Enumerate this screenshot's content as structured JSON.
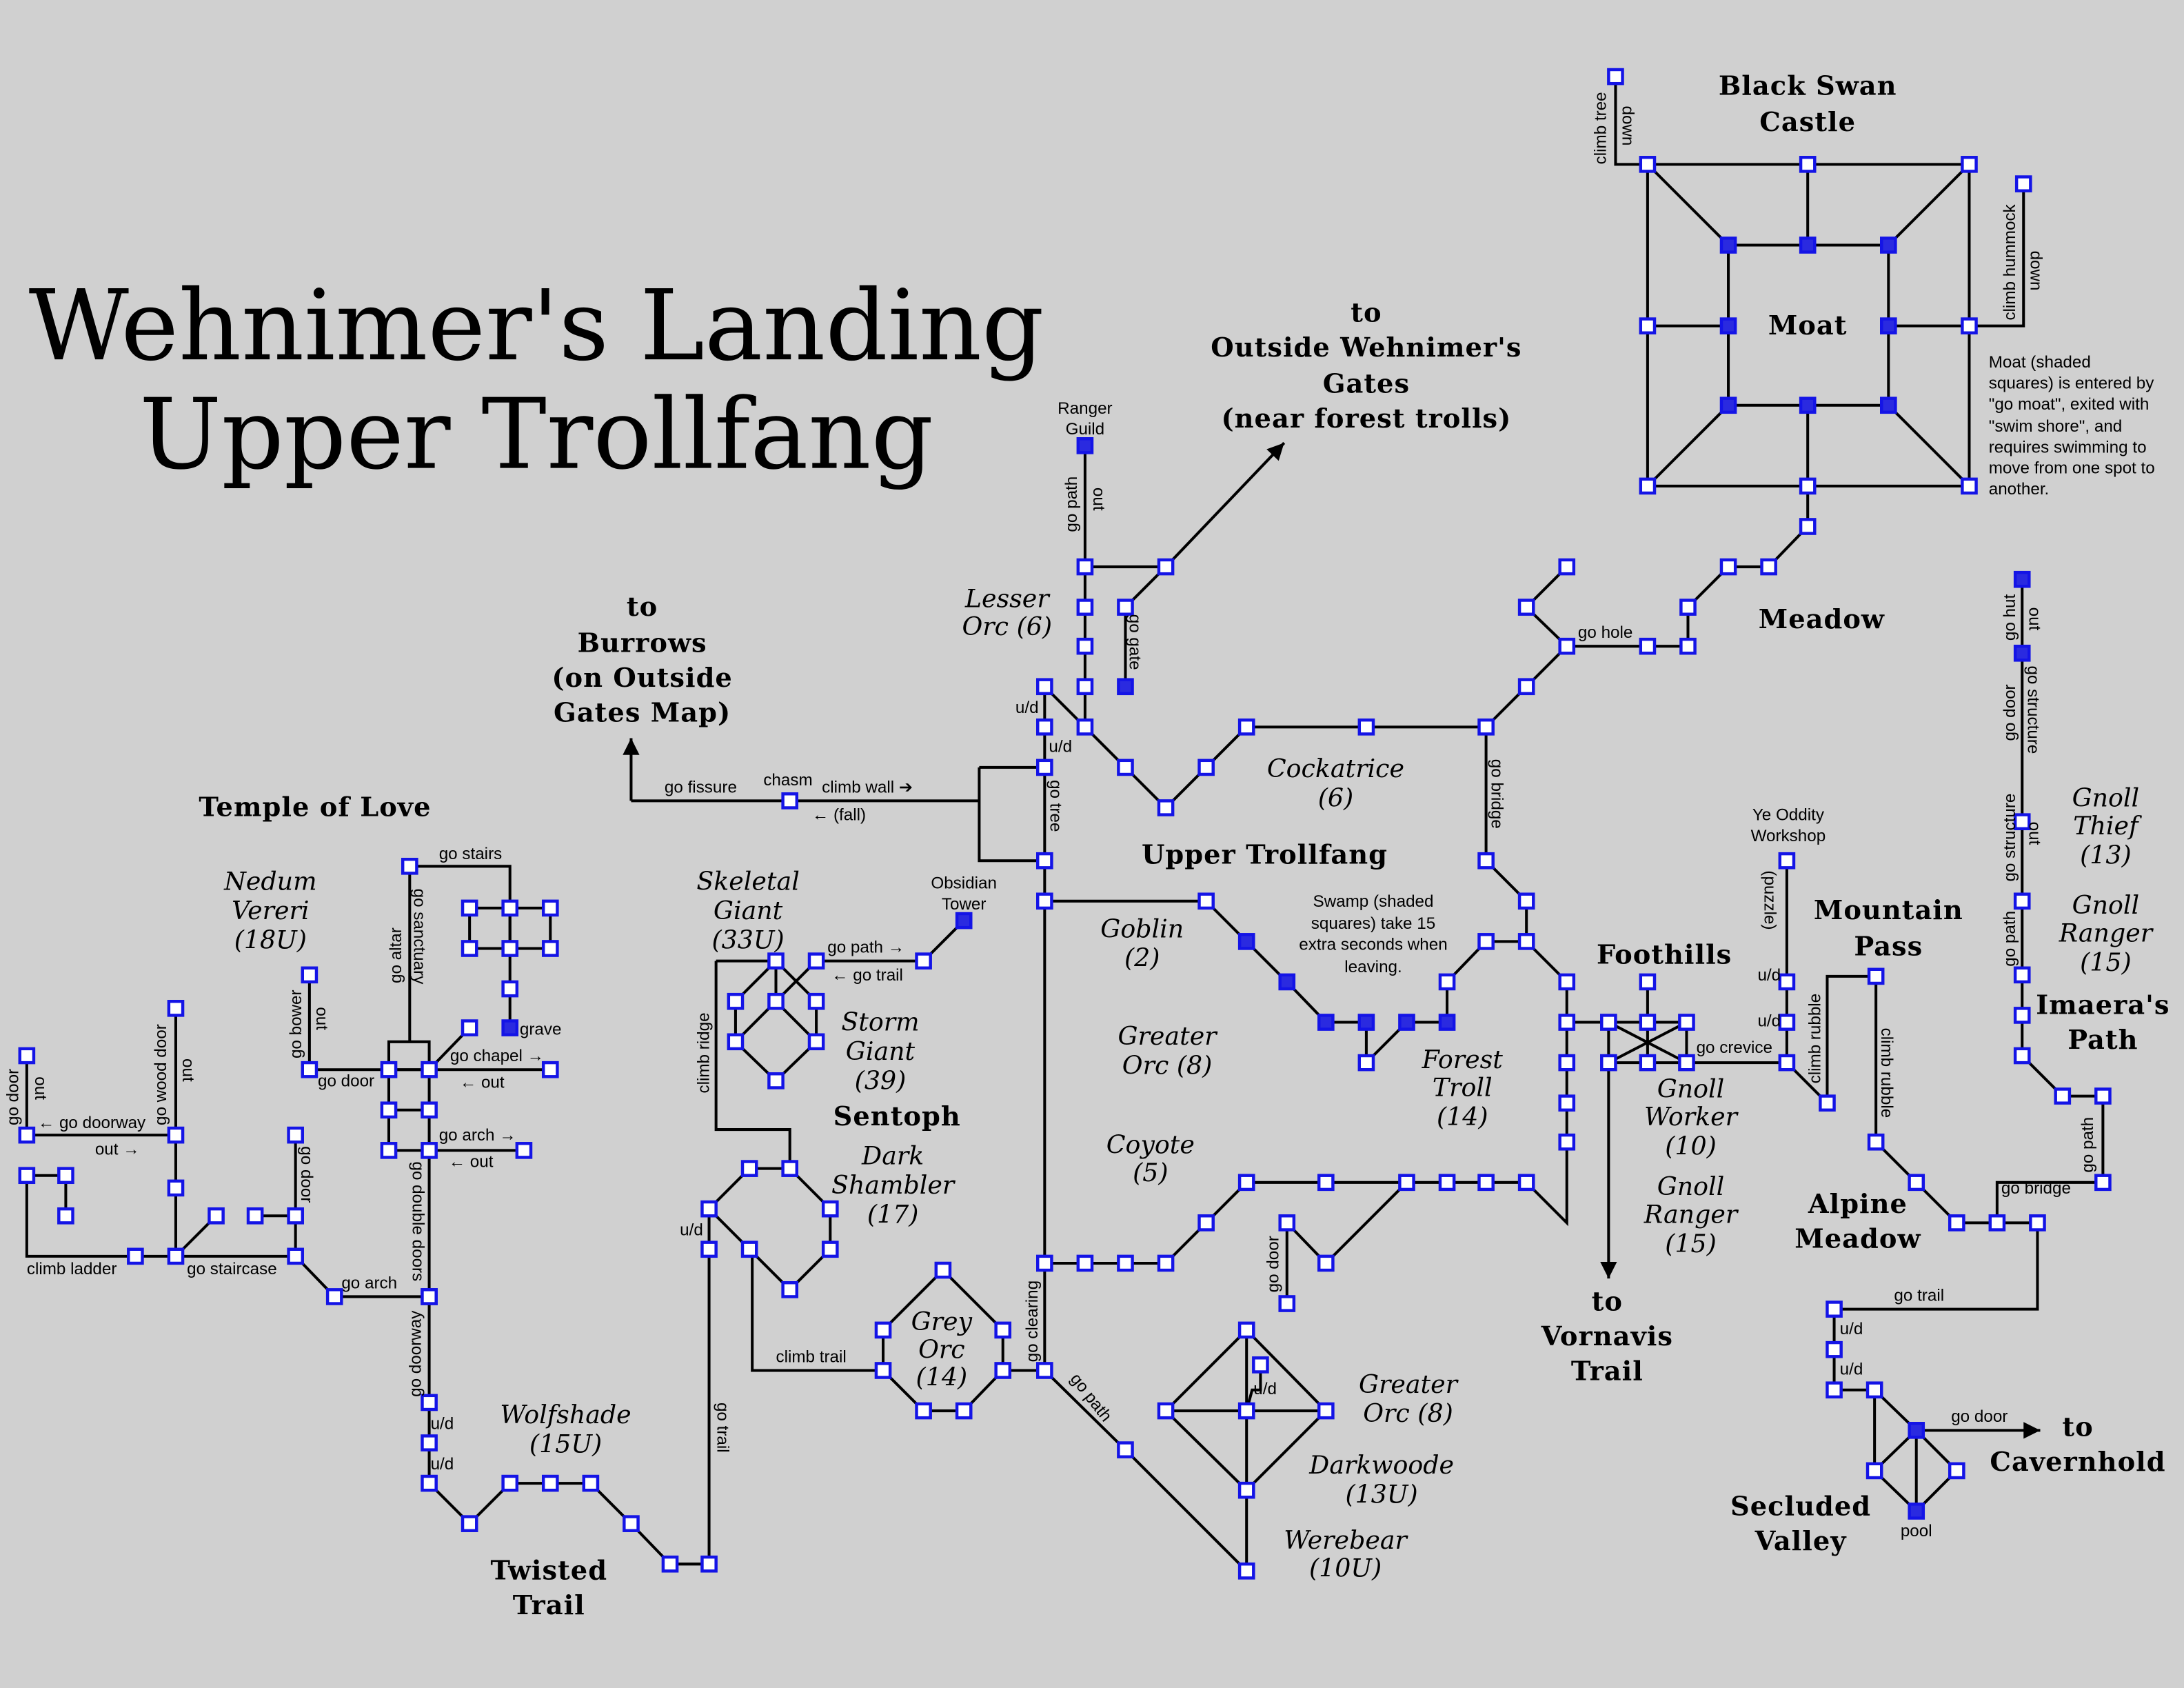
{
  "title": [
    "Wehnimer's Landing",
    "Upper Trollfang"
  ],
  "colors": {
    "background": "#d0d0d0",
    "node_border": "#1414e6",
    "node_fill": "#ffffff",
    "shaded_node": "#2a2ae0",
    "edge": "#000000"
  },
  "regions": {
    "black_swan_castle": [
      "Black Swan",
      "Castle"
    ],
    "moat": "Moat",
    "to_outside_gates": [
      "to",
      "Outside Wehnimer's",
      "Gates",
      "(near forest trolls)"
    ],
    "to_burrows": [
      "to",
      "Burrows",
      "(on Outside",
      "Gates Map)"
    ],
    "temple_of_love": "Temple of Love",
    "upper_trollfang": "Upper Trollfang",
    "meadow": "Meadow",
    "foothills": "Foothills",
    "mountain_pass": [
      "Mountain",
      "Pass"
    ],
    "imaeras_path": [
      "Imaera's",
      "Path"
    ],
    "alpine_meadow": [
      "Alpine",
      "Meadow"
    ],
    "sentoph": "Sentoph",
    "twisted_trail": [
      "Twisted",
      "Trail"
    ],
    "to_vornavis_trail": [
      "to",
      "Vornavis",
      "Trail"
    ],
    "to_cavernhold": [
      "to",
      "Cavernhold"
    ],
    "secluded_valley": [
      "Secluded",
      "Valley"
    ]
  },
  "creatures": {
    "nedum_vereri": [
      "Nedum",
      "Vereri",
      "(18U)"
    ],
    "skeletal_giant": [
      "Skeletal",
      "Giant",
      "(33U)"
    ],
    "storm_giant": [
      "Storm",
      "Giant",
      "(39)"
    ],
    "dark_shambler": [
      "Dark",
      "Shambler",
      "(17)"
    ],
    "lesser_orc": [
      "Lesser",
      "Orc (6)"
    ],
    "cockatrice": [
      "Cockatrice",
      "(6)"
    ],
    "goblin": [
      "Goblin",
      "(2)"
    ],
    "greater_orc_1": [
      "Greater",
      "Orc (8)"
    ],
    "coyote": [
      "Coyote",
      "(5)"
    ],
    "forest_troll": [
      "Forest",
      "Troll",
      "(14)"
    ],
    "grey_orc": [
      "Grey",
      "Orc",
      "(14)"
    ],
    "wolfshade": [
      "Wolfshade",
      "(15U)"
    ],
    "greater_orc_2": [
      "Greater",
      "Orc (8)"
    ],
    "darkwoode": [
      "Darkwoode",
      "(13U)"
    ],
    "werebear": [
      "Werebear",
      "(10U)"
    ],
    "gnoll_worker": [
      "Gnoll",
      "Worker",
      "(10)"
    ],
    "gnoll_ranger_1": [
      "Gnoll",
      "Ranger",
      "(15)"
    ],
    "gnoll_thief": [
      "Gnoll",
      "Thief",
      "(13)"
    ],
    "gnoll_ranger_2": [
      "Gnoll",
      "Ranger",
      "(15)"
    ]
  },
  "places": {
    "ranger_guild": [
      "Ranger",
      "Guild"
    ],
    "obsidian_tower": [
      "Obsidian",
      "Tower"
    ],
    "ye_oddity": [
      "Ye Oddity",
      "Workshop"
    ],
    "grave": "grave",
    "pool": "pool"
  },
  "notes": {
    "swamp": [
      "Swamp (shaded",
      "squares) take 15",
      "extra seconds when",
      "leaving."
    ],
    "moat": [
      "Moat                (shaded",
      "squares) is entered by",
      "\"go moat\", exited with",
      "\"swim    shore\",    and",
      "requires  swimming  to",
      "move from one spot to",
      "another."
    ]
  },
  "labels": {
    "climb_tree": "climb tree",
    "down": "down",
    "climb_hummock": "climb hummock",
    "go_path": "go path",
    "out": "out",
    "go_gate": "go gate",
    "ud": "u/d",
    "go_tree": "go tree",
    "go_fissure": "go fissure",
    "chasm": "chasm",
    "climb_wall": "climb wall ➔",
    "fall": "←  (fall)",
    "go_hole": "go hole",
    "go_bridge": "go bridge",
    "go_hut": "go hut",
    "go_door": "go door",
    "go_structure": "go structure",
    "puzzle": "(puzzle)",
    "go_crevice": "go crevice",
    "climb_rubble": "climb rubble",
    "go_trail": "go trail",
    "go_stairs": "go stairs",
    "go_altar": "go altar",
    "go_sanctuary": "go sanctuary",
    "go_bower": "go bower",
    "go_wood_door": "go wood door",
    "go_doorway_arrow": "← go doorway",
    "out_arrow": "out →",
    "go_chapel": "go chapel →",
    "out_left": "← out",
    "go_arch_arrow": "go arch →",
    "go_double_doors": "go double doors",
    "climb_ladder": "climb ladder",
    "go_staircase": "go staircase",
    "go_arch": "go arch",
    "go_doorway": "go doorway",
    "go_path_arrow": "go path →",
    "go_trail_arrow": "← go trail",
    "climb_ridge": "climb ridge",
    "climb_trail": "climb trail",
    "go_clearing": "go clearing"
  }
}
